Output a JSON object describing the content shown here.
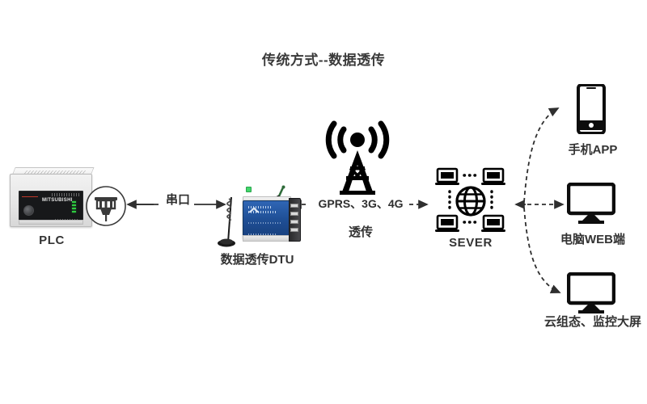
{
  "page": {
    "title": "传统方式--数据透传",
    "background": "#ffffff",
    "ink": "#2f2f2f"
  },
  "nodes": {
    "plc": {
      "label": "PLC",
      "icon": "plc-device-icon",
      "brand": "MITSUBISHI"
    },
    "serial_connector": {
      "icon": "serial-port-connector-icon"
    },
    "dtu": {
      "label": "数据透传DTU",
      "icon": "dtu-device-icon"
    },
    "tower": {
      "icon": "cell-tower-icon"
    },
    "server": {
      "label": "SEVER",
      "icon": "server-network-globe-icon"
    },
    "phone": {
      "label": "手机APP",
      "icon": "smartphone-icon"
    },
    "web": {
      "label": "电脑WEB端",
      "icon": "desktop-monitor-icon"
    },
    "cloud": {
      "label": "云组态、监控大屏",
      "icon": "desktop-monitor-icon"
    }
  },
  "links": {
    "serial": {
      "label": "串口",
      "style": "solid-double-arrow"
    },
    "wireless": {
      "label": "GPRS、3G、4G",
      "mode_label": "透传",
      "style": "dashed-double-arrow"
    },
    "fanout": {
      "style": "dashed-arrow"
    }
  },
  "colors": {
    "dtu_blue": "#1f4f96",
    "ink": "#2f2f2f",
    "title": "#3a3a3a",
    "led_green": "#2ecc40"
  }
}
